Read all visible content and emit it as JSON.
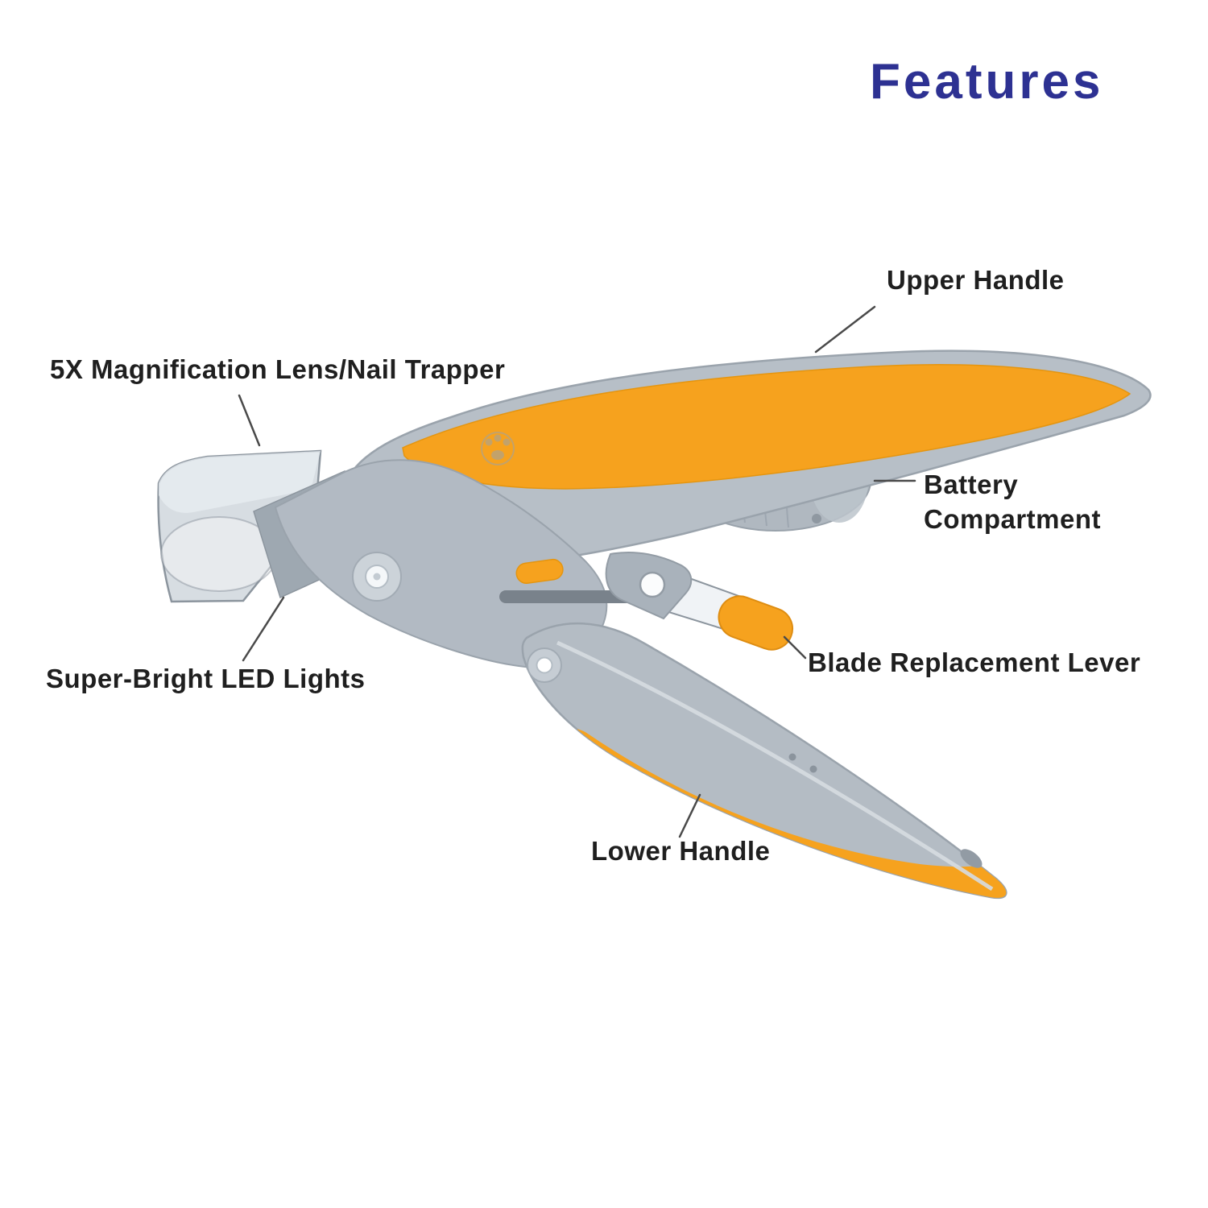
{
  "title": "Features",
  "colors": {
    "title_text": "#2d3192",
    "label_text": "#1f1f1f",
    "clipper_gray": "#b7bfc7",
    "clipper_gray_dark": "#9aa3ac",
    "grip_orange": "#f6a21e",
    "callout_line": "#4a4a4a"
  },
  "callouts": {
    "upper_handle": "Upper Handle",
    "magnification_lens": "5X Magnification Lens/Nail Trapper",
    "battery_compartment": "Battery Compartment",
    "blade_replacement_lever": "Blade Replacement Lever",
    "led_lights": "Super-Bright LED Lights",
    "lower_handle": "Lower Handle"
  }
}
